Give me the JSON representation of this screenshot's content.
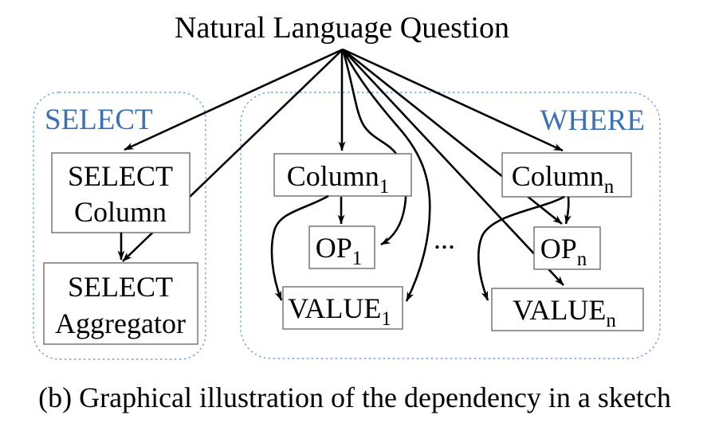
{
  "figure": {
    "title": "Natural Language Question",
    "caption": "(b) Graphical illustration of the dependency in a sketch",
    "ellipsis": "...",
    "select_group": {
      "label": "SELECT",
      "nodes": {
        "select_column": {
          "line1": "SELECT",
          "line2": "Column"
        },
        "select_aggregator": {
          "line1": "SELECT",
          "line2": "Aggregator"
        }
      }
    },
    "where_group": {
      "label": "WHERE",
      "nodes": {
        "column_1": {
          "base": "Column",
          "sub": "1"
        },
        "op_1": {
          "base": "OP",
          "sub": "1"
        },
        "value_1": {
          "base": "VALUE",
          "sub": "1"
        },
        "column_n": {
          "base": "Column",
          "sub": "n"
        },
        "op_n": {
          "base": "OP",
          "sub": "n"
        },
        "value_n": {
          "base": "VALUE",
          "sub": "n"
        }
      }
    },
    "colors": {
      "group_label_blue": "#3a6fba",
      "group_border_dash_blue": "#6d9eeb",
      "node_border_gray": "#777777",
      "arrow_black": "#000000"
    }
  }
}
